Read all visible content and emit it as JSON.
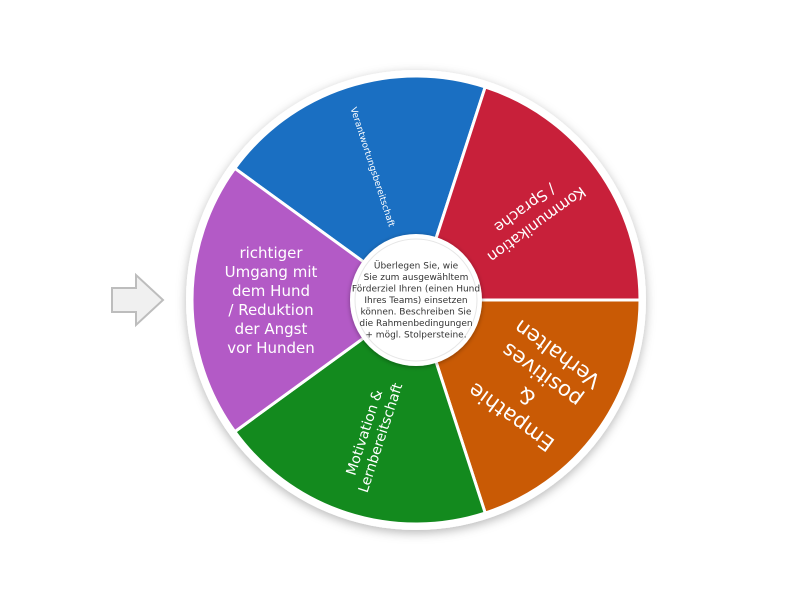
{
  "wheel": {
    "center_prompt": [
      "Überlegen Sie, wie",
      "Sie zum ausgewähltem",
      "Förderziel Ihren (einen Hund",
      "Ihres Teams) einsetzen",
      "können. Beschreiben Sie",
      "die Rahmenbedingungen",
      "+ mögl. Stolpersteine."
    ],
    "segments": [
      {
        "lines": [
          "Verantwortungsbereitschaft"
        ],
        "color": "#1a6fc2"
      },
      {
        "lines": [
          "Kommunikation",
          "/ Sprache"
        ],
        "color": "#c8203a"
      },
      {
        "lines": [
          "Empathie",
          "&",
          "positives",
          "Verhalten"
        ],
        "color": "#c95a05"
      },
      {
        "lines": [
          "Motivation &",
          "Lernbereitschaft"
        ],
        "color": "#138a1e"
      },
      {
        "lines": [
          "richtiger",
          "Umgang mit",
          "dem Hund",
          "/ Reduktion",
          "der Angst",
          "vor Hunden"
        ],
        "color": "#b35ac6"
      }
    ]
  },
  "pointer": {
    "icon": "arrow-right-icon"
  },
  "colors": {
    "rim": "#ffffff",
    "hub": "#ffffff",
    "pointer_fill": "#f0f0f0",
    "pointer_stroke": "#bdbdbd"
  }
}
